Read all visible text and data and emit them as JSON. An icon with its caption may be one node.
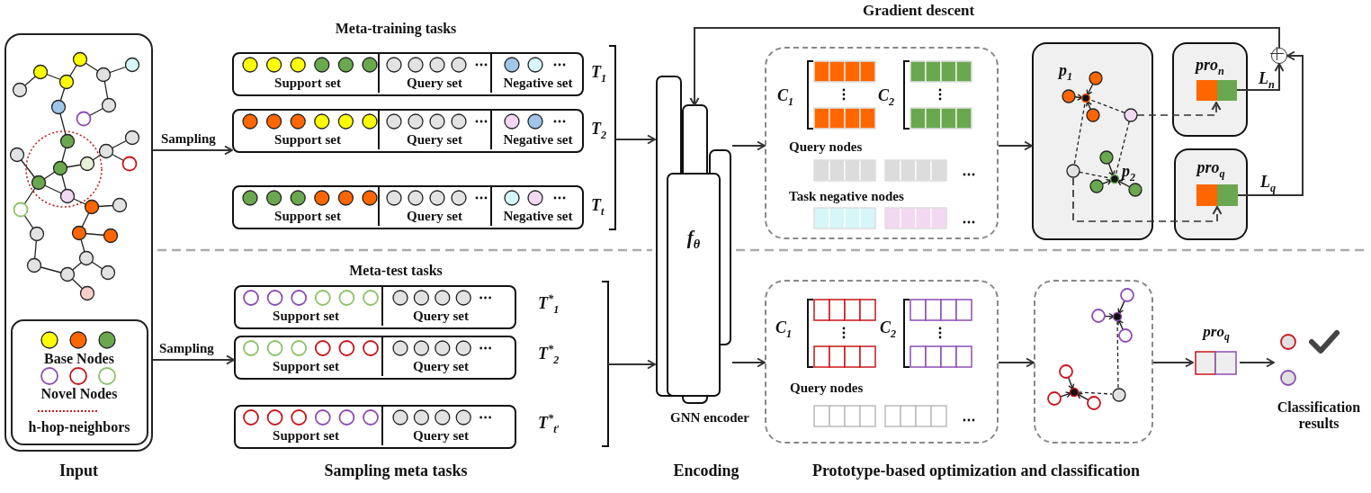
{
  "diagram": {
    "nodes": [
      {
        "text": [],
        "shape": "box",
        "beside": [
          "Input"
        ]
      },
      {
        "text": [
          "Support set",
          "Query set",
          "Negative set"
        ],
        "beside": [
          "T$_{1}$"
        ]
      },
      {
        "text": [
          "Support set",
          "Query set",
          "Negative set"
        ],
        "beside": [
          "T$_{2}$"
        ]
      },
      {
        "text": [
          "Support set",
          "Query set",
          "Negative set"
        ],
        "beside": [
          "T$_{t}$"
        ]
      },
      {
        "text": [
          "Support set",
          "Query set"
        ],
        "beside": [
          "T$^{*}$$_{1}$"
        ]
      },
      {
        "text": [
          "Support set",
          "Query set"
        ],
        "beside": [
          "T$^{*}$$_{2}$"
        ]
      },
      {
        "text": [
          "Support set",
          "Query set"
        ],
        "beside": [
          "T$^{*}$$_{t′}$"
        ]
      },
      {
        "text": [
          "f$_{θ}$"
        ],
        "beside": [
          "GNN encoder"
        ]
      },
      {
        "text": [
          "C$_{1}$",
          "C$_{2}$",
          "Query nodes",
          "Task negative nodes"
        ]
      },
      {
        "text": [
          "p$_{1}$",
          "p$_{2}$"
        ]
      },
      {
        "text": [
          "pro$_{n}$"
        ]
      },
      {
        "text": [
          "pro$_{q}$"
        ]
      },
      {
        "text": [],
        "shape": "circle"
      },
      {
        "text": [
          "C$_{1}$",
          "C$_{2}$",
          "Query nodes"
        ]
      },
      {
        "text": [],
        "shape": "box"
      },
      {
        "text": [
          "pro$_{q}$"
        ]
      },
      {
        "text": [
          "Classification results"
        ]
      },
      {
        "text": [],
        "shape": "bracket"
      },
      {
        "text": [],
        "shape": "bracket"
      }
    ],
    "edges": [
      {
        "from": 0,
        "to": 2,
        "arrow": "to",
        "label": "Sampling"
      },
      {
        "from": 0,
        "to": 5,
        "arrow": "to",
        "label": "Sampling"
      },
      {
        "from": 17,
        "to": 7,
        "arrow": "to"
      },
      {
        "from": 18,
        "to": 7,
        "arrow": "to"
      },
      {
        "from": 7,
        "to": 8,
        "arrow": "to"
      },
      {
        "from": 7,
        "to": 13,
        "arrow": "to"
      },
      {
        "from": 8,
        "to": 9,
        "arrow": "to"
      },
      {
        "from": 13,
        "to": 14,
        "arrow": "to"
      },
      {
        "from": 14,
        "to": 15,
        "arrow": "to"
      },
      {
        "from": 15,
        "to": 16,
        "arrow": "to"
      },
      {
        "from": 9,
        "to": 10,
        "arrow": "to",
        "style": "dashed"
      },
      {
        "from": 9,
        "to": 11,
        "arrow": "to",
        "style": "dashed"
      },
      {
        "from": 10,
        "to": 12,
        "arrow": "to",
        "label": "L$_{n}$"
      },
      {
        "from": 11,
        "to": 12,
        "arrow": "to",
        "label": "L$_{q}$"
      },
      {
        "from": 12,
        "to": 7,
        "arrow": "to",
        "label": "Gradient descent"
      }
    ],
    "labels": [
      "Meta-training tasks",
      "Meta-test tasks",
      "Sampling meta tasks",
      "Encoding",
      "Prototype-based optimization and classification"
    ],
    "legend": [
      {
        "text": "Base Nodes"
      },
      {
        "text": "Novel Nodes"
      },
      {
        "text": "h-hop-neighbors"
      }
    ]
  }
}
